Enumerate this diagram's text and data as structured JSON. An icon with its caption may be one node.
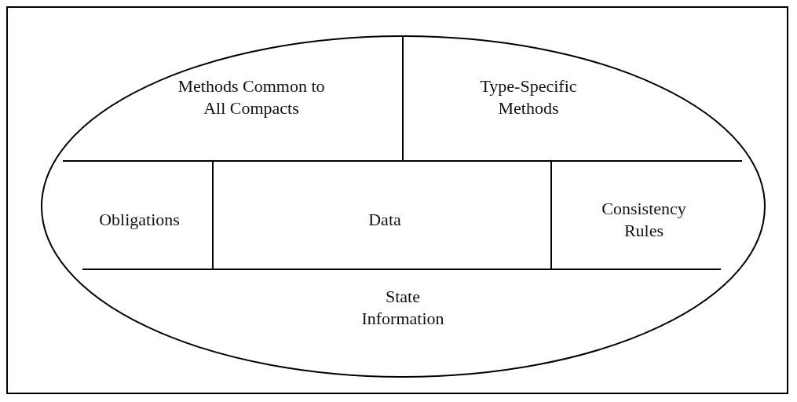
{
  "diagram": {
    "nodes": [
      {
        "text": [],
        "shape": "ellipse"
      },
      {
        "text": [
          "Methods Common to All Compacts"
        ],
        "in": 0
      },
      {
        "text": [
          "Type-Specific Methods"
        ],
        "in": 0
      },
      {
        "text": [
          "Obligations"
        ],
        "in": 0
      },
      {
        "text": [
          "Data"
        ],
        "in": 0
      },
      {
        "text": [
          "Consistency Rules"
        ],
        "in": 0
      },
      {
        "text": [
          "State Information"
        ],
        "in": 0
      }
    ],
    "edges": []
  }
}
